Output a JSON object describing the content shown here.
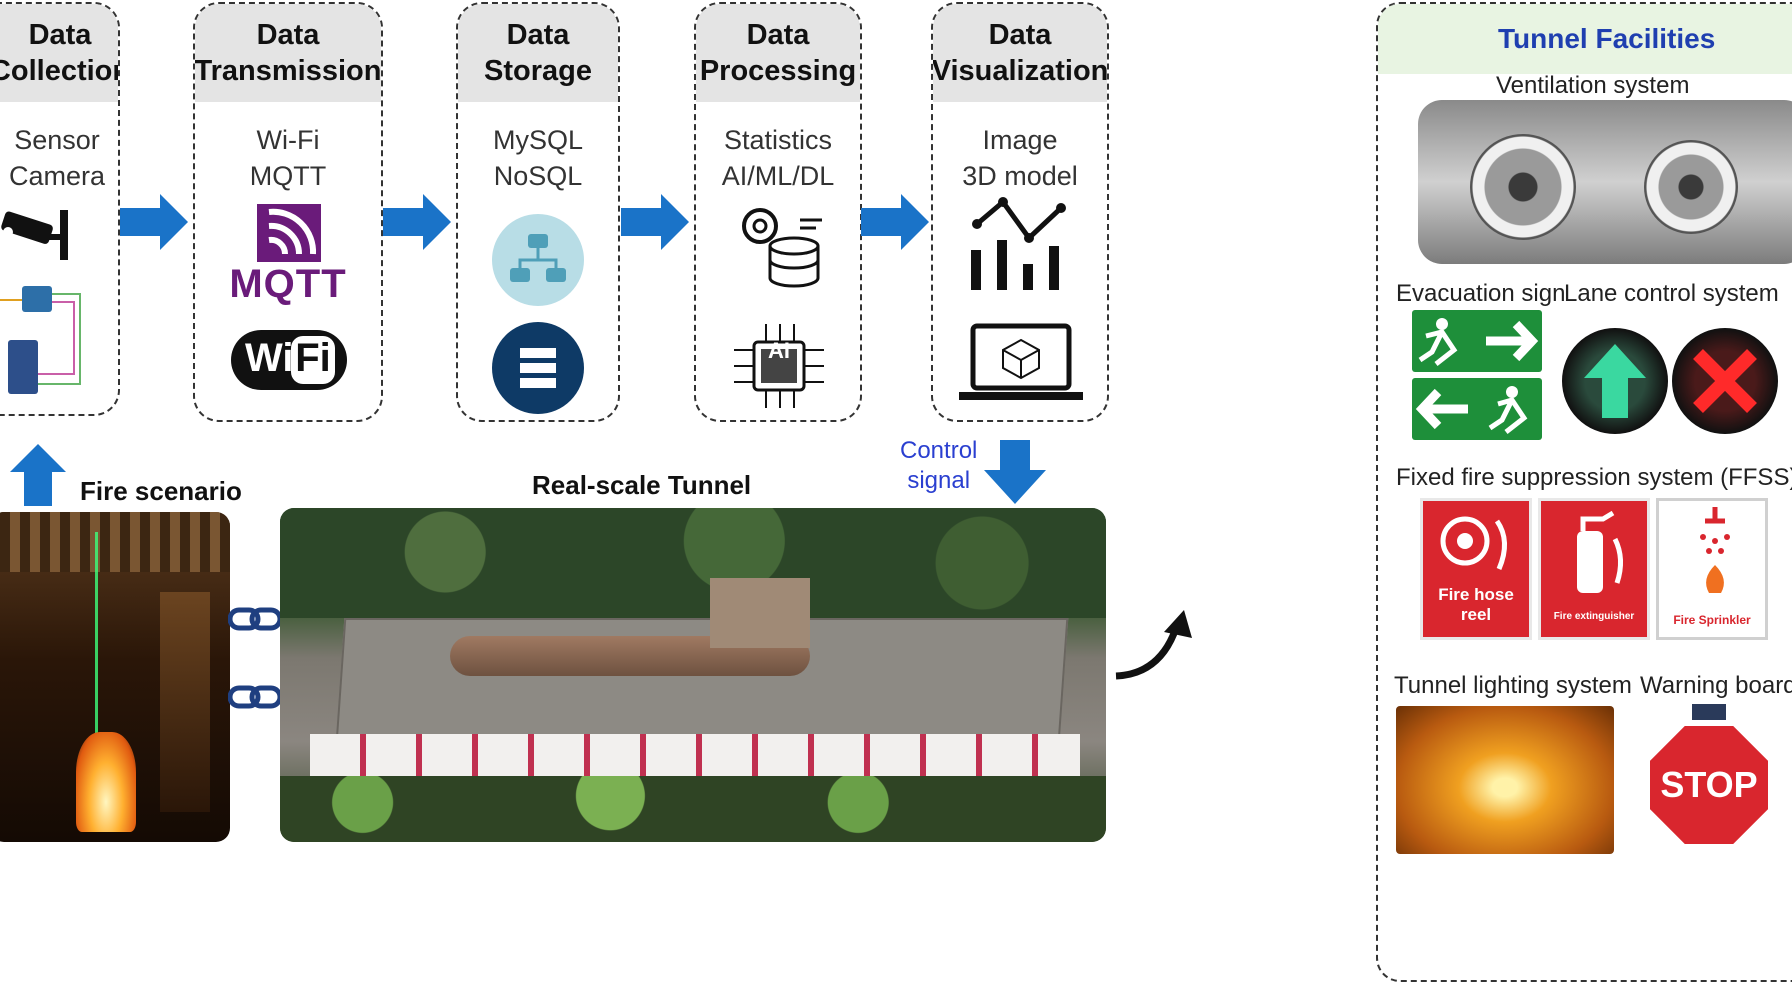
{
  "stages": [
    {
      "title_lines": [
        "Data",
        "Collection"
      ],
      "tools": [
        "Sensor",
        "Camera"
      ]
    },
    {
      "title_lines": [
        "Data",
        "Transmission"
      ],
      "tools": [
        "Wi-Fi",
        "MQTT"
      ]
    },
    {
      "title_lines": [
        "Data",
        "Storage"
      ],
      "tools": [
        "MySQL",
        "NoSQL"
      ]
    },
    {
      "title_lines": [
        "Data",
        "Processing"
      ],
      "tools": [
        "Statistics",
        "AI/ML/DL"
      ]
    },
    {
      "title_lines": [
        "Data",
        "Visualization"
      ],
      "tools": [
        "Image",
        "3D model"
      ]
    }
  ],
  "logos": {
    "mqtt": "MQTT",
    "wifi_a": "Wi",
    "wifi_b": "Fi",
    "ai_chip": "AI"
  },
  "labels": {
    "fire_scenario": "Fire scenario",
    "real_scale_tunnel": "Real-scale Tunnel",
    "control_signal_1": "Control",
    "control_signal_2": "signal"
  },
  "facilities": {
    "title": "Tunnel Facilities",
    "ventilation": "Ventilation system",
    "evacuation": "Evacuation sign",
    "lane_control": "Lane control system",
    "ffss": "Fixed fire suppression system (FFSS)",
    "hose_1": "Fire hose",
    "hose_2": "reel",
    "extinguisher": "Fire extinguisher",
    "sprinkler": "Fire Sprinkler",
    "lighting": "Tunnel lighting system",
    "warning": "Warning board",
    "stop": "STOP"
  },
  "colors": {
    "arrow": "#1a73c8",
    "accent_blue": "#1f3fb0",
    "mqtt_purple": "#6a1b7a",
    "sign_green": "#1e8f3a",
    "sign_red": "#d9262e",
    "head_gray": "#e4e4e4",
    "fac_head": "#e8f4e2"
  },
  "icons": [
    "cctv-camera-icon",
    "sensor-board-icon",
    "mqtt-logo",
    "wifi-logo",
    "database-network-icon",
    "server-icon",
    "gear-database-icon",
    "ai-chip-icon",
    "line-bar-chart-icon",
    "laptop-cube-icon",
    "chain-link-icon",
    "curved-arrow-icon"
  ]
}
